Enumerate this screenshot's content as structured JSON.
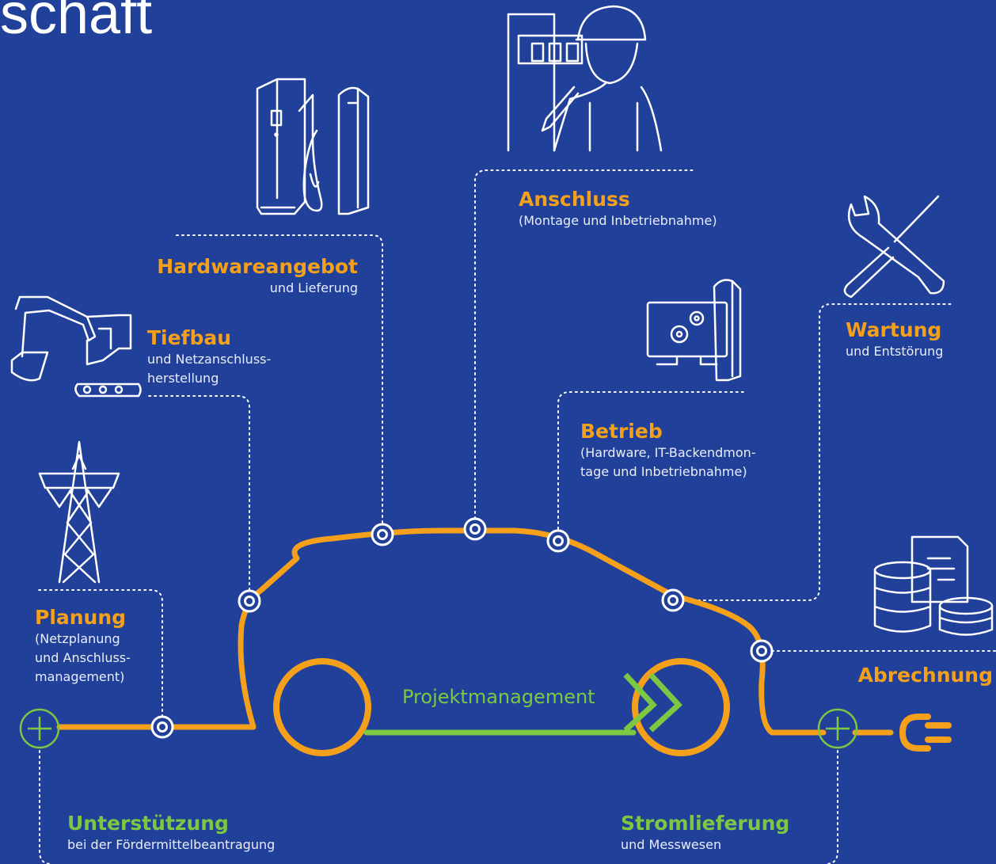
{
  "heading": "schaft",
  "center_label": "Projektmanagement",
  "stages": {
    "planung": {
      "title": "Planung",
      "sub1": "(Netzplanung",
      "sub2": "und Anschluss-",
      "sub3": "management)"
    },
    "tiefbau": {
      "title": "Tiefbau",
      "sub1": "und Netzanschluss-",
      "sub2": "herstellung"
    },
    "hardware": {
      "title": "Hardwareangebot",
      "sub1": "und Lieferung"
    },
    "anschluss": {
      "title": "Anschluss",
      "sub1": "(Montage und Inbetriebnahme)"
    },
    "betrieb": {
      "title": "Betrieb",
      "sub1": "(Hardware, IT-Backendmon-",
      "sub2": "tage und Inbetriebnahme)"
    },
    "wartung": {
      "title": "Wartung",
      "sub1": "und Entstörung"
    },
    "abrechnung": {
      "title": "Abrechnung"
    },
    "unterstuetzung": {
      "title": "Unterstützung",
      "sub1": "bei der Fördermittelbeantragung"
    },
    "stromlieferung": {
      "title": "Stromlieferung",
      "sub1": "und Messwesen"
    }
  },
  "icons": [
    "power-pylon-icon",
    "excavator-icon",
    "charging-station-icon",
    "technician-icon",
    "computer-settings-icon",
    "tools-icon",
    "billing-coins-icon",
    "plug-icon",
    "plus-icon"
  ],
  "colors": {
    "background": "#21409a",
    "path": "#f5a01a",
    "accent": "#7cc843",
    "line": "#ffffff"
  }
}
